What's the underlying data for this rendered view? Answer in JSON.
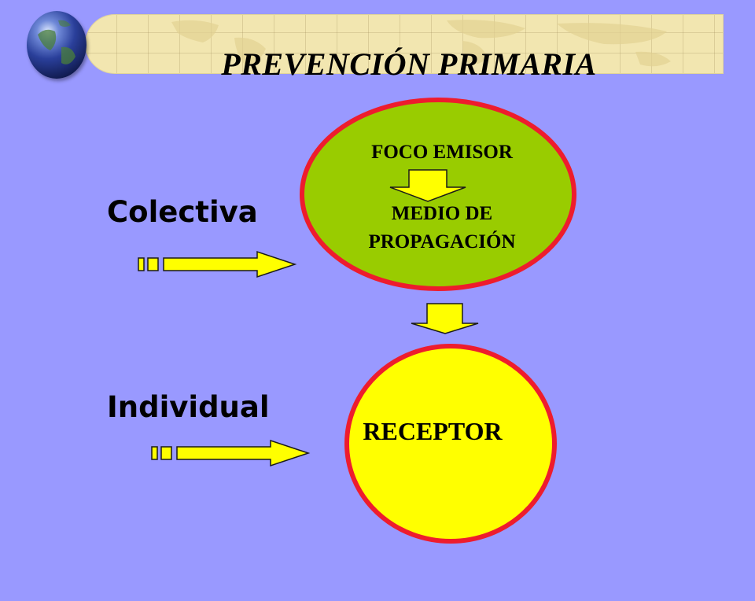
{
  "header": {
    "title": "PREVENCIÓN PRIMARIA"
  },
  "labels": {
    "collective": "Colectiva",
    "individual": "Individual"
  },
  "nodes": {
    "top": {
      "line1": "FOCO EMISOR",
      "line2a": "MEDIO DE",
      "line2b": "PROPAGACIÓN",
      "fill": "#99cc00",
      "stroke": "#ee1c2d"
    },
    "bottom": {
      "label": "RECEPTOR",
      "fill": "#ffff00",
      "stroke": "#ee1c2d"
    }
  },
  "colors": {
    "background": "#9999ff",
    "arrow_fill": "#ffff00",
    "arrow_stroke": "#1a1a1a"
  },
  "icons": {
    "globe": "globe-icon"
  }
}
